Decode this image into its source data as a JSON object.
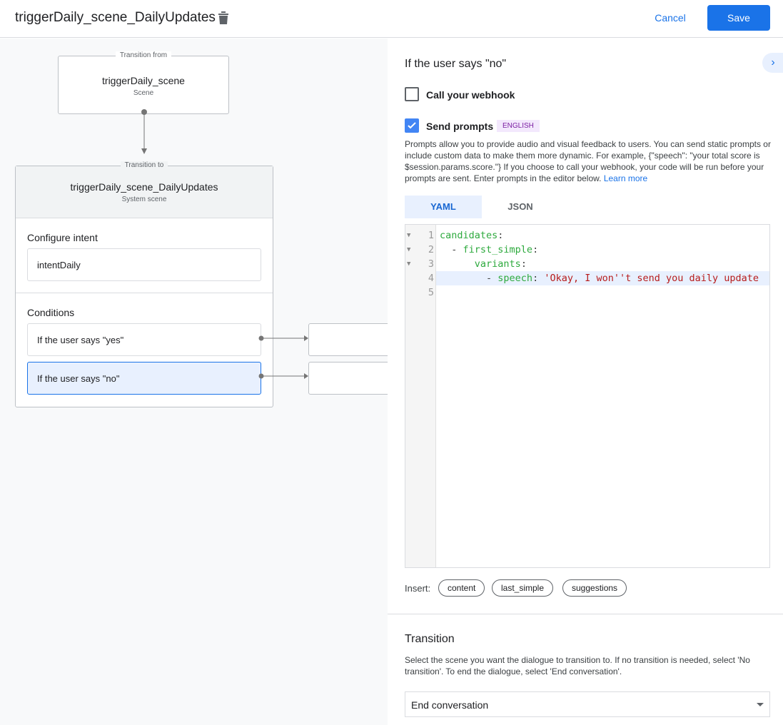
{
  "header": {
    "title": "triggerDaily_scene_DailyUpdates",
    "cancel": "Cancel",
    "save": "Save"
  },
  "canvas": {
    "from": {
      "label": "Transition from",
      "name": "triggerDaily_scene",
      "type": "Scene"
    },
    "to": {
      "label": "Transition to",
      "name": "triggerDaily_scene_DailyUpdates",
      "type": "System scene"
    },
    "intent_heading": "Configure intent",
    "intent": "intentDaily",
    "conditions_heading": "Conditions",
    "conditions": [
      {
        "label": "If the user says \"yes\""
      },
      {
        "label": "If the user says \"no\"",
        "selected": true
      }
    ]
  },
  "panel": {
    "heading": "If the user says \"no\"",
    "webhook": {
      "label": "Call your webhook",
      "checked": false
    },
    "prompts": {
      "label": "Send prompts",
      "checked": true,
      "badge": "ENGLISH"
    },
    "description": "Prompts allow you to provide audio and visual feedback to users. You can send static prompts or include custom data to make them more dynamic. For example, {\"speech\": \"your total score is $session.params.score.\"} If you choose to call your webhook, your code will be run before your prompts are sent. Enter prompts in the editor below. ",
    "learn_more": "Learn more",
    "tabs": [
      "YAML",
      "JSON"
    ],
    "active_tab": "YAML",
    "code_lines": [
      "1",
      "2",
      "3",
      "4",
      "5"
    ],
    "code": {
      "l1k": "candidates",
      "l2k": "first_simple",
      "l3k": "variants",
      "l4k": "speech",
      "l4v": "'Okay, I won''t send you daily update"
    },
    "insert_label": "Insert:",
    "insert_chips": [
      "content",
      "last_simple",
      "suggestions"
    ],
    "transition": {
      "heading": "Transition",
      "description": "Select the scene you want the dialogue to transition to. If no transition is needed, select 'No transition'. To end the dialogue, select 'End conversation'.",
      "selected": "End conversation"
    }
  },
  "colors": {
    "accent": "#1a73e8",
    "selected_bg": "#e8f0fe",
    "badge_bg": "#f3e8fd",
    "badge_fg": "#7b1fa2"
  }
}
